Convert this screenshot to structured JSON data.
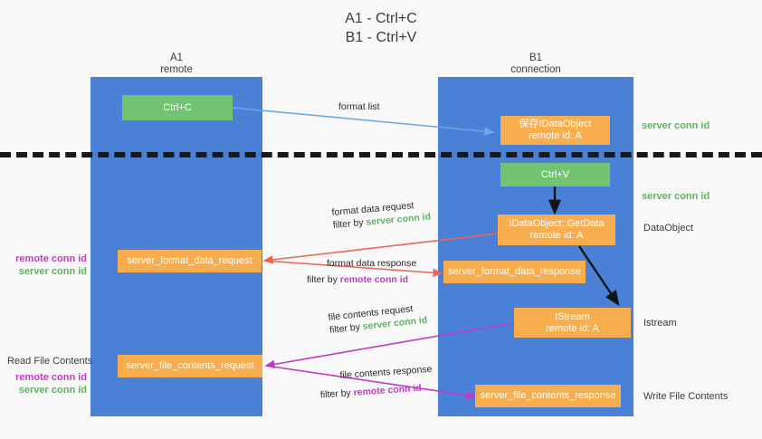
{
  "title": "A1 - Ctrl+C\nB1 - Ctrl+V",
  "lanes": [
    {
      "name": "A1",
      "sub": "remote"
    },
    {
      "name": "B1",
      "sub": "connection"
    }
  ],
  "colors": {
    "lane": "#4a80d6",
    "green_box": "#72c472",
    "orange_box": "#f8ad4e",
    "green_text": "#62b262",
    "purple_text": "#c23ac2",
    "background": "#f8f8f8",
    "separator": "#191919",
    "wire_blue": "#6aa9e0",
    "wire_red": "#e8685a",
    "wire_magenta": "#c23ac2",
    "wire_black": "#141414"
  },
  "boxes": {
    "ctrl_c": {
      "label": "Ctrl+C",
      "kind": "green"
    },
    "save_idataobject": {
      "label": "保存IDataObject",
      "sub": "remote id: A",
      "kind": "orange"
    },
    "ctrl_v": {
      "label": "Ctrl+V",
      "kind": "green"
    },
    "getdata": {
      "label": "IDataObject::GetData",
      "sub": "remote id: A",
      "kind": "orange"
    },
    "server_format_data_request": {
      "label": "server_format_data_request",
      "kind": "orange"
    },
    "server_format_data_response": {
      "label": "server_format_data_response",
      "kind": "orange"
    },
    "istream": {
      "label": "IStream",
      "sub": "remote id: A",
      "kind": "orange"
    },
    "server_file_contents_request": {
      "label": "server_file_contents_request",
      "kind": "orange"
    },
    "server_file_contents_response": {
      "label": "server_file_contents_response",
      "kind": "orange"
    }
  },
  "edge_labels": {
    "format_list": {
      "line1": "format list"
    },
    "format_data_request": {
      "line1": "format data request",
      "line2_prefix": "filter by ",
      "line2_key": "server conn id"
    },
    "format_data_response": {
      "line1": "format data response",
      "line2_prefix": "filter by ",
      "line2_key": "remote conn id"
    },
    "file_contents_request": {
      "line1": "file contents request",
      "line2_prefix": "filter by ",
      "line2_key": "server conn id"
    },
    "file_contents_response": {
      "line1": "file contents response",
      "line2_prefix": "filter by ",
      "line2_key": "remote conn id"
    }
  },
  "right_labels": {
    "server_conn_id_top": "server conn id",
    "server_conn_id_mid": "server conn id",
    "dataobject": "DataObject",
    "istream": "Istream",
    "write_file_contents": "Write File Contents"
  },
  "left_labels": {
    "format_remote": "remote conn id",
    "format_server": "server conn id",
    "read_file_contents": "Read File Contents",
    "file_remote": "remote conn id",
    "file_server": "server conn id"
  }
}
